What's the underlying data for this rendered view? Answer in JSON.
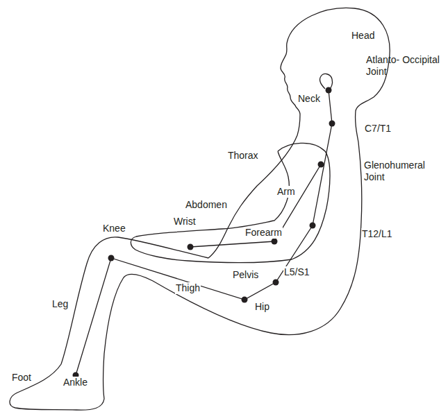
{
  "diagram": {
    "labels": [
      "Head",
      "Atlanto- Occipital Joint",
      "Neck",
      "C7/T1",
      "Thorax",
      "Glenohumeral Joint",
      "Arm",
      "Abdomen",
      "Wrist",
      "Forearm",
      "T12/L1",
      "Knee",
      "Pelvis",
      "L5/S1",
      "Thigh",
      "Hip",
      "Leg",
      "Foot",
      "Ankle"
    ]
  }
}
